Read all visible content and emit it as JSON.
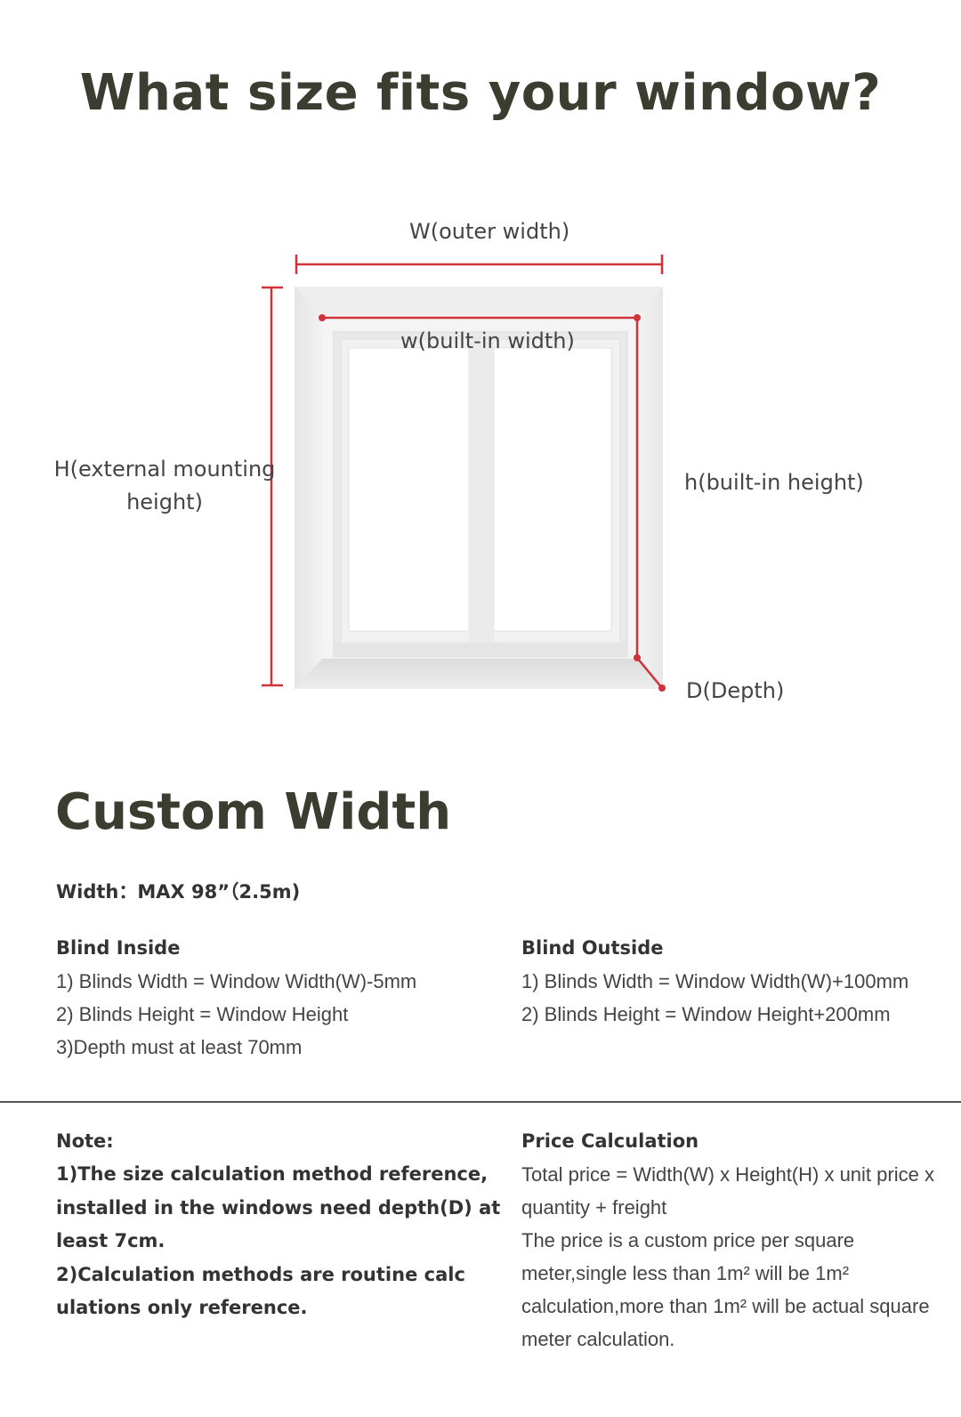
{
  "header": {
    "title": "What size fits your window?"
  },
  "diagram": {
    "outer_width_label": "W(outer width)",
    "builtin_width_label": "w(built-in width)",
    "external_height_label": "H(external mounting height)",
    "builtin_height_label": "h(built-in height)",
    "depth_label": "D(Depth)",
    "measure_color": "#d0323a",
    "frame_color": "#f0efef"
  },
  "custom_width": {
    "title": "Custom Width",
    "max_width": "Width：MAX 98”（2.5m)",
    "blind_inside": {
      "heading": "Blind Inside",
      "lines": [
        "1) Blinds Width = Window Width(W)-5mm",
        "2) Blinds Height = Window Height",
        "3)Depth must at least 70mm"
      ]
    },
    "blind_outside": {
      "heading": "Blind Outside",
      "lines": [
        "1) Blinds Width = Window Width(W)+100mm",
        "2) Blinds Height = Window Height+200mm"
      ]
    }
  },
  "note": {
    "heading": "Note:",
    "items": [
      "1)The size calculation method reference, installed in the windows need depth(D) at least 7cm.",
      "2)Calculation methods are routine calc ulations only reference."
    ]
  },
  "price_calculation": {
    "heading": "Price Calculation",
    "lines": [
      "Total price = Width(W) x Height(H) x unit price x quantity + freight",
      "The price is a custom price per square meter,single less than 1m² will be 1m² calculation,more than 1m² will be actual square meter calculation."
    ]
  }
}
